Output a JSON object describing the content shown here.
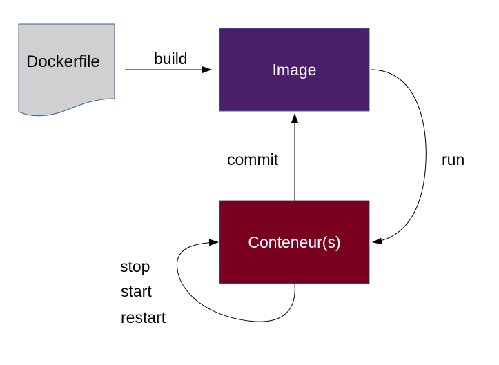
{
  "nodes": {
    "dockerfile": {
      "label": "Dockerfile",
      "fill": "#d0d0d0",
      "stroke": "#3465a4"
    },
    "image": {
      "label": "Image",
      "fill": "#4a1e6a",
      "stroke": "#3465a4"
    },
    "container": {
      "label": "Conteneur(s)",
      "fill": "#7a0020",
      "stroke": "#3465a4"
    }
  },
  "edges": {
    "build": "build",
    "commit": "commit",
    "run": "run",
    "lifecycle": [
      "stop",
      "start",
      "restart"
    ]
  }
}
